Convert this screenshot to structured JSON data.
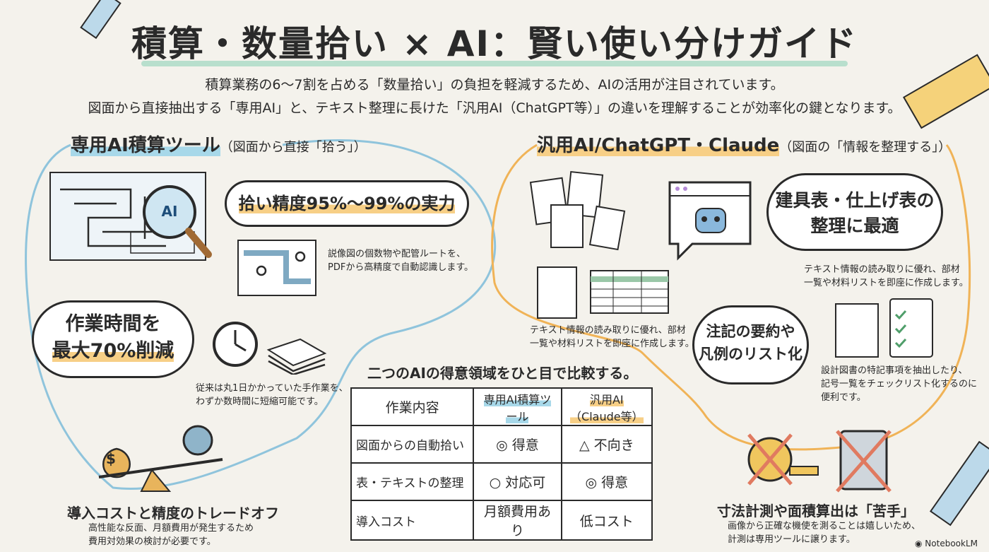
{
  "title": "積算・数量拾い × AI：賢い使い分けガイド",
  "intro": {
    "line1": "積算業務の6～7割を占める「数量拾い」の負担を軽減するため、AIの活用が注目されています。",
    "line2": "図面から直接抽出する「専用AI」と、テキスト整理に長けた「汎用AI（ChatGPT等）」の違いを理解することが効率化の鍵となります。"
  },
  "left": {
    "title": "専用AI積算ツール",
    "subtitle": "（図面から直接「拾う」）",
    "ai_badge": "AI",
    "accuracy_bubble": "拾い精度95%～99%の実力",
    "accuracy_desc": [
      "説像図の個数物や配管ルートを、",
      "PDFから高精度で自動認識します。"
    ],
    "time_bubble": [
      "作業時間を",
      "最大70%削減"
    ],
    "time_desc": [
      "従来は丸1日かかっていた手作業を、",
      "わずか数時間に短縮可能です。"
    ],
    "tradeoff_title": "導入コストと精度のトレードオフ",
    "tradeoff_desc": [
      "高性能な反面、月額費用が発生するため",
      "費用対効果の検討が必要です。"
    ],
    "money_symbol": "$"
  },
  "right": {
    "title": "汎用AI/ChatGPT・Claude",
    "subtitle": "（図面の「情報を整理する」）",
    "fixture_bubble": [
      "建具表・仕上げ表の",
      "整理に最適"
    ],
    "fixture_desc": [
      "テキスト情報の読み取りに優れ、部材",
      "一覧や材料リストを即座に作成します。"
    ],
    "text_desc": [
      "テキスト情報の読み取りに優れ、部材",
      "一覧や材料リストを即座に作成します。"
    ],
    "notes_bubble": [
      "注記の要約や",
      "凡例のリスト化"
    ],
    "notes_desc": [
      "設計図書の特記事項を抽出したり、",
      "記号一覧をチェックリスト化するのに",
      "便利です。"
    ],
    "weak_title": "寸法計測や面積算出は「苦手」",
    "weak_desc": [
      "画像から正確な機使を測ることは嬉しいため、",
      "計測は専用ツールに譲ります。"
    ]
  },
  "table": {
    "caption": "二つのAIの得意領域をひと目で比較する。",
    "headers": [
      "作業内容",
      "専用AI積算ツール",
      "汎用AI（Claude等）"
    ],
    "rows": [
      {
        "task": "図面からの自動拾い",
        "dedicated": "◎ 得意",
        "general": "△ 不向き"
      },
      {
        "task": "表・テキストの整理",
        "dedicated": "○ 対応可",
        "general": "◎ 得意"
      },
      {
        "task": "導入コスト",
        "dedicated": "月額費用あり",
        "general": "低コスト"
      }
    ]
  },
  "footer": {
    "brand": "NotebookLM"
  },
  "colors": {
    "blue_curve": "#8fc4dc",
    "orange_curve": "#f0b357",
    "title_underline": "#a9d9c6",
    "highlight_orange": "#f7cf86",
    "highlight_blue": "#a7d8e9",
    "cross_red": "#e07a60"
  }
}
